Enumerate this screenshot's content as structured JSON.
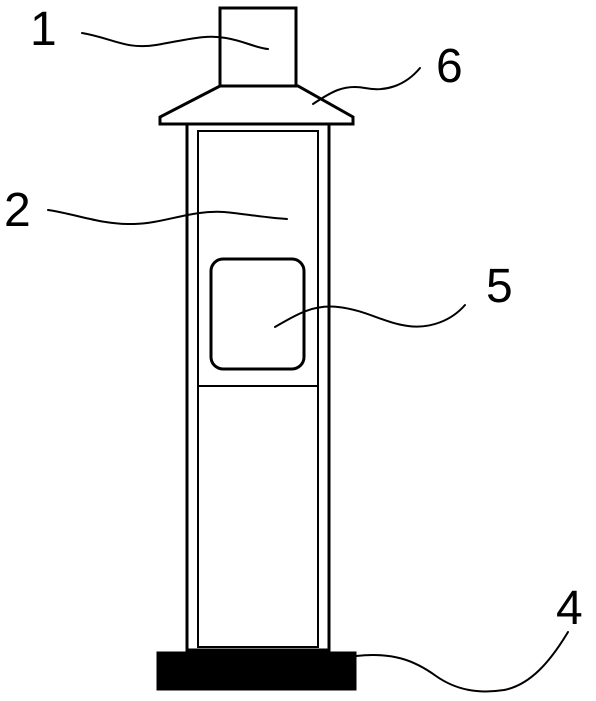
{
  "labels": {
    "cap": "1",
    "body": "2",
    "base": "4",
    "window": "5",
    "roof": "6"
  }
}
